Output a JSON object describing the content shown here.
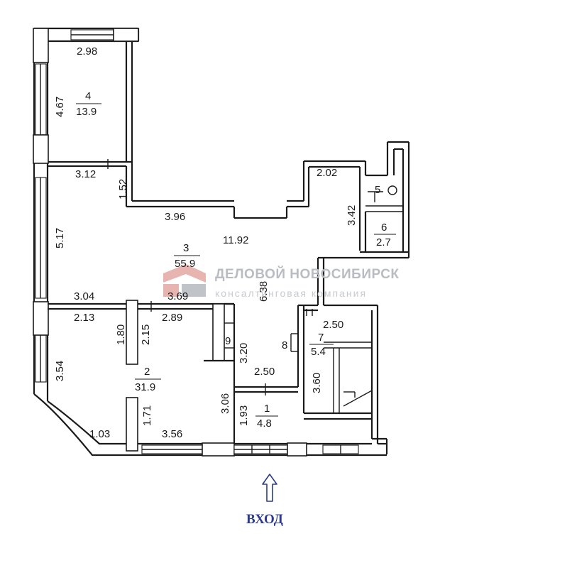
{
  "rooms": [
    {
      "number": "4",
      "area": "13.9"
    },
    {
      "number": "3",
      "area": "55.9"
    },
    {
      "number": "2",
      "area": "31.9"
    },
    {
      "number": "1",
      "area": "4.8"
    },
    {
      "number": "5",
      "area": ""
    },
    {
      "number": "6",
      "area": "2.7"
    },
    {
      "number": "7",
      "area": "5.4"
    },
    {
      "number": "8",
      "area": ""
    },
    {
      "number": "9",
      "area": ""
    }
  ],
  "extra_area": "11.92",
  "dimensions": {
    "d_2_98": "2.98",
    "d_4_67": "4.67",
    "d_3_12": "3.12",
    "d_1_52": "1.52",
    "d_3_96": "3.96",
    "d_2_02": "2.02",
    "d_3_42": "3.42",
    "d_5_17": "5.17",
    "d_3_04": "3.04",
    "d_3_69": "3.69",
    "d_6_38": "6.38",
    "d_2_13": "2.13",
    "d_2_89": "2.89",
    "d_1_80": "1.80",
    "d_2_15": "2.15",
    "d_3_20": "3.20",
    "d_2_50a": "2.50",
    "d_2_50b": "2.50",
    "d_3_60": "3.60",
    "d_3_54": "3.54",
    "d_3_06": "3.06",
    "d_1_93": "1.93",
    "d_1_71": "1.71",
    "d_1_03": "1.03",
    "d_3_56": "3.56"
  },
  "watermark": {
    "title": "ДЕЛОВОЙ НОВОСИБИРСК",
    "subtitle": "консалтинговая компания",
    "colors": {
      "logo_red": "#e8b4b0",
      "logo_gray": "#c0c4c9",
      "text_gray": "#b9bdc3"
    }
  },
  "entrance": {
    "label": "ВХОД",
    "icon": "up-arrow-icon",
    "color": "#2b3a8f"
  }
}
